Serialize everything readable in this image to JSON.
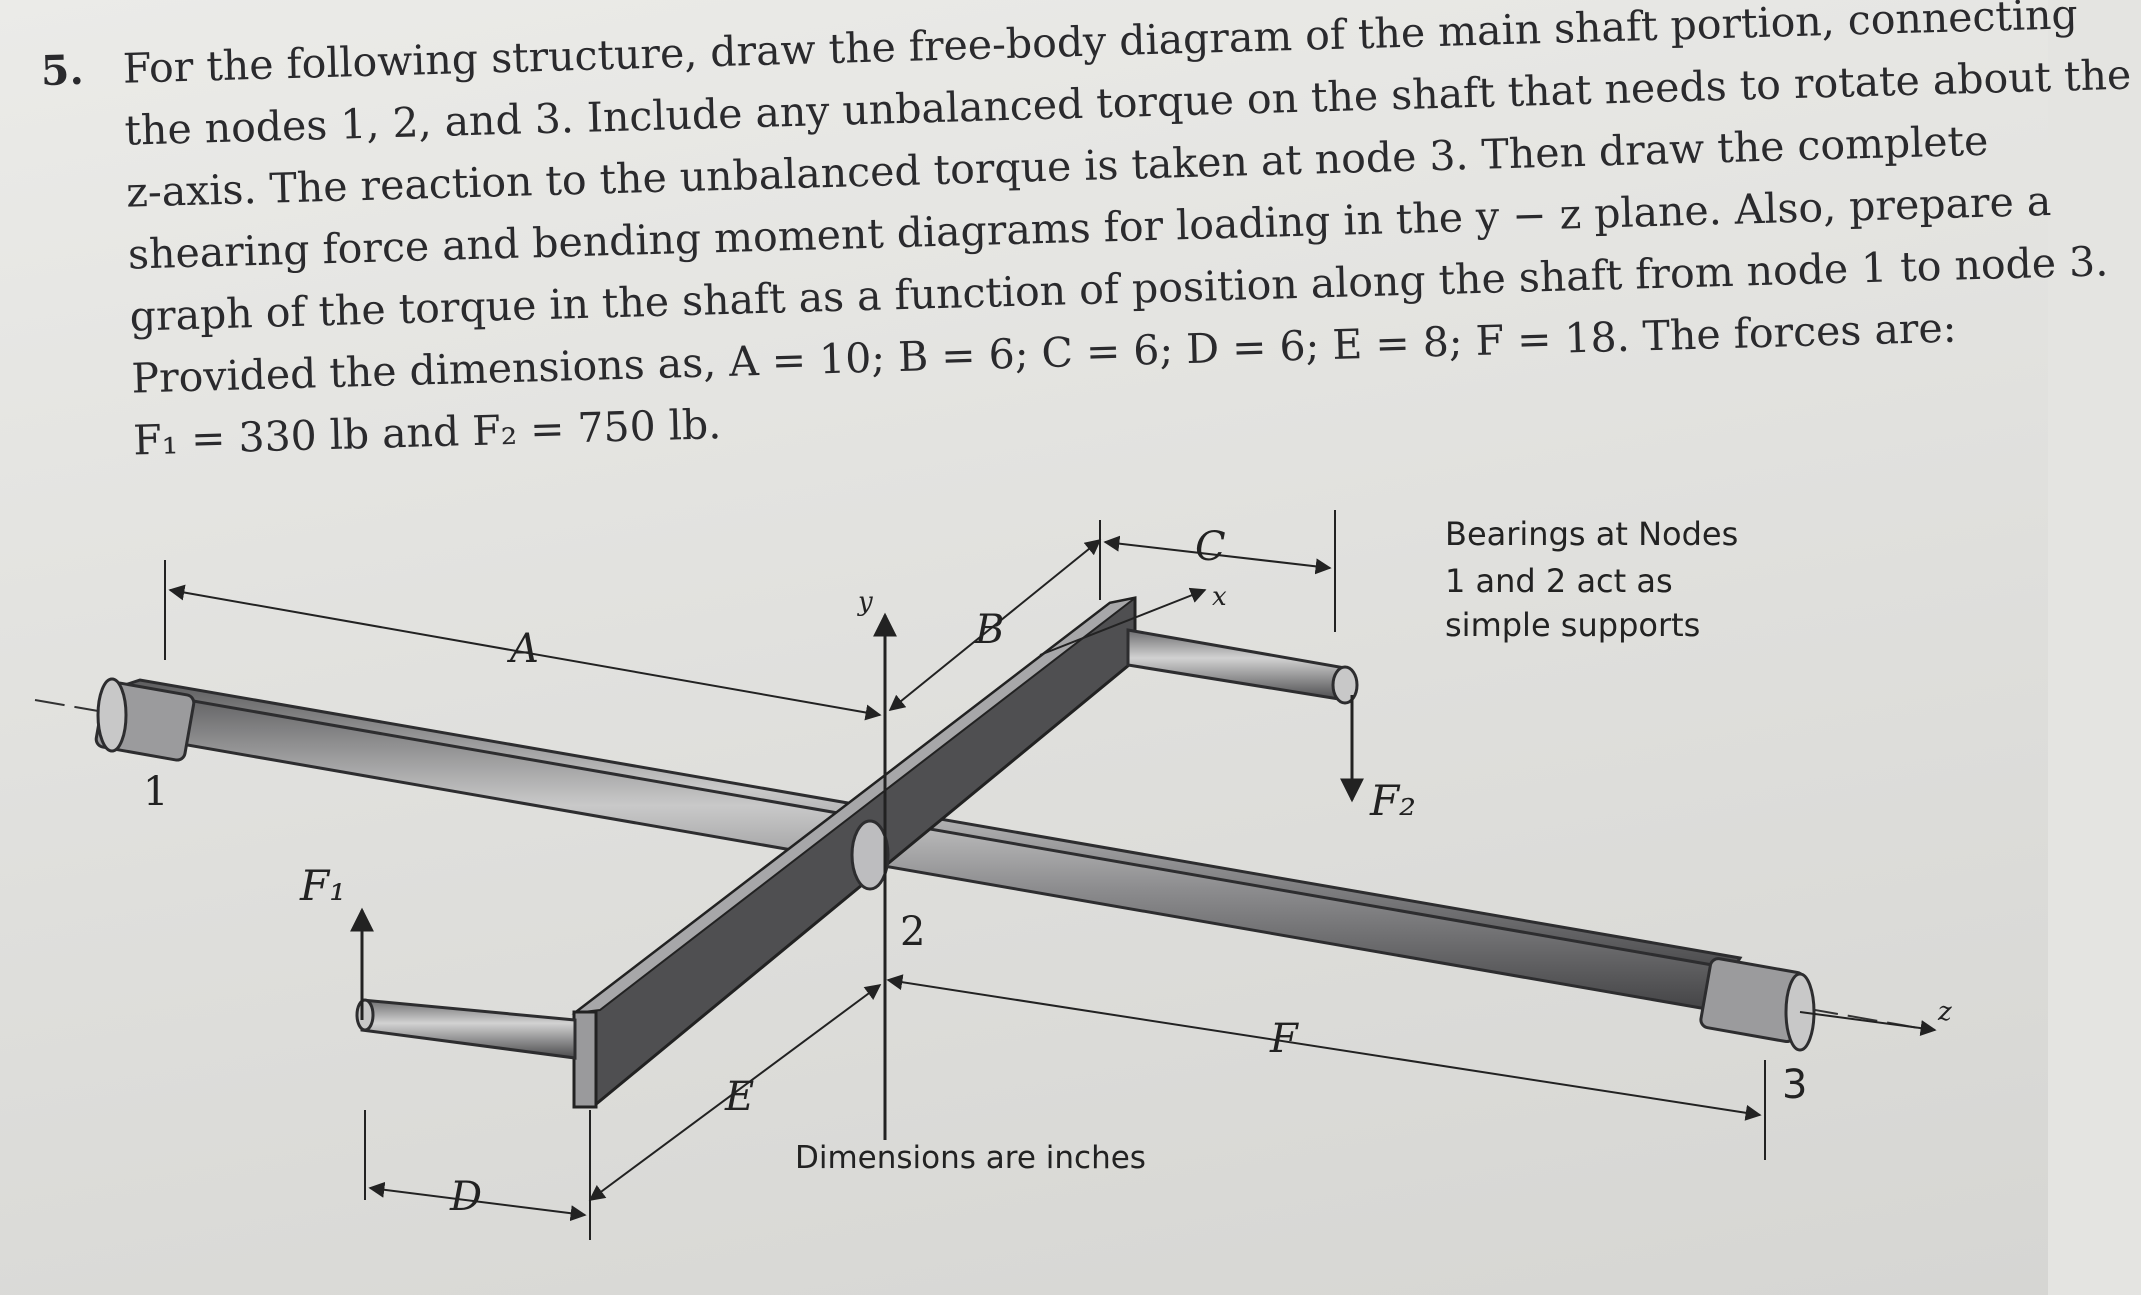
{
  "problem": {
    "number": "5.",
    "lines": [
      "For the following structure, draw the free-body diagram of the main shaft portion, connecting",
      "the nodes 1, 2, and 3. Include any unbalanced torque on the shaft that needs to rotate about the",
      "z-axis. The reaction to the unbalanced torque is taken at node 3. Then draw the complete",
      "shearing force and bending moment diagrams for loading in the y − z plane. Also, prepare a",
      "graph of the torque in the shaft as a function of position along the shaft from node 1 to node 3.",
      "Provided the dimensions as, A = 10; B = 6; C = 6; D = 6; E = 8; F = 18. The forces are:",
      "F₁ = 330 lb and F₂ = 750 lb."
    ]
  },
  "figure": {
    "note_lines": [
      "Bearings at Nodes",
      "1 and 2 act as",
      "simple supports"
    ],
    "units_note": "Dimensions are inches",
    "nodes": [
      "1",
      "2",
      "3"
    ],
    "dimension_labels": [
      "A",
      "B",
      "C",
      "D",
      "E",
      "F"
    ],
    "force_labels": [
      "F₁",
      "F₂"
    ],
    "axis_labels": [
      "y",
      "x",
      "z"
    ]
  }
}
